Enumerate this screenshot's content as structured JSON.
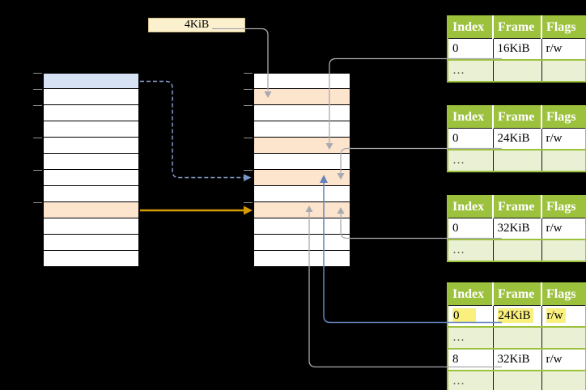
{
  "callout": {
    "label": "4KiB"
  },
  "virtual_memory": {
    "row_count": 12,
    "rows_highlight": {
      "0": "blue",
      "8": "orange"
    },
    "tick_offsets": [
      0,
      20,
      40,
      80,
      120,
      160
    ]
  },
  "physical_memory": {
    "row_count": 12,
    "rows_highlight": {
      "1": "orange",
      "4": "orange",
      "6": "orange",
      "8": "orange"
    },
    "tick_offsets": [
      0,
      20,
      40,
      80,
      120,
      160
    ]
  },
  "page_tables": [
    {
      "headers": [
        "Index",
        "Frame",
        "Flags"
      ],
      "rows": [
        [
          "0",
          "16KiB",
          "r/w"
        ],
        [
          "…",
          "",
          ""
        ]
      ]
    },
    {
      "headers": [
        "Index",
        "Frame",
        "Flags"
      ],
      "rows": [
        [
          "0",
          "24KiB",
          "r/w"
        ],
        [
          "…",
          "",
          ""
        ]
      ]
    },
    {
      "headers": [
        "Index",
        "Frame",
        "Flags"
      ],
      "rows": [
        [
          "0",
          "32KiB",
          "r/w"
        ],
        [
          "…",
          "",
          ""
        ]
      ]
    },
    {
      "headers": [
        "Index",
        "Frame",
        "Flags"
      ],
      "rows": [
        [
          "0",
          "24KiB",
          "r/w"
        ],
        [
          "…",
          "",
          ""
        ],
        [
          "8",
          "32KiB",
          "r/w"
        ],
        [
          "…",
          "",
          ""
        ]
      ],
      "highlight_row": 0
    }
  ],
  "colors": {
    "header_green": "#9CC13D",
    "light_green_row": "#E9F0D3",
    "orange_row": "#FCE4CD",
    "blue_row": "#D7E3F4",
    "callout_yellow": "#FCF1CF",
    "text_highlight_yellow": "#FAF07E",
    "gray_connector": "#A9A9B0",
    "blue_connector": "#6484BE",
    "blue_dashed_connector": "#8CA5D6",
    "orange_arrow": "#D79B00"
  }
}
